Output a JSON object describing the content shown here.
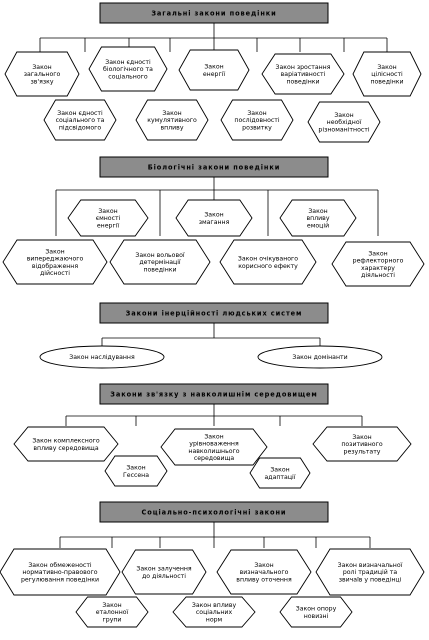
{
  "sections": [
    {
      "title": "Загальні закони поведінки",
      "nodes": [
        "Закон загального зв'язку",
        "Закон єдності біологічного та соціального",
        "Закон енергії",
        "Закон зростання варіативності поведінки",
        "Закон цілісності поведінки",
        "Закон єдності соціального та підсвідомого",
        "Закон кумулятивного впливу",
        "Закон послідовності розвитку",
        "Закон необхідної різноманітності"
      ]
    },
    {
      "title": "Біологічні закони поведінки",
      "nodes": [
        "Закон ємності енергії",
        "Закон змагання",
        "Закон впливу емоцій",
        "Закон випереджаючого відображення дійсності",
        "Закон вольової детермінації поведінки",
        "Закон очікуваного корисного ефекту",
        "Закон рефлекторного характеру діяльності"
      ]
    },
    {
      "title": "Закони інерційності людських систем",
      "nodes": [
        "Закон наслідування",
        "Закон домінанти"
      ]
    },
    {
      "title": "Закони зв'язку з навколишнім середовищем",
      "nodes": [
        "Закон комплексного впливу середовища",
        "Закон урівноваження навколишнього середовища",
        "Закон позитивного результату",
        "Закон Гессена",
        "Закон адаптації"
      ]
    },
    {
      "title": "Соціально-психологічні закони",
      "nodes": [
        "Закон обмеженості нормативно-правового регулювання поведінки",
        "Закон залучення до діяльності",
        "Закон визначального впливу оточення",
        "Закон визначальної ролі традицій та звичаїв у поведінці",
        "Закон еталонної групи",
        "Закон впливу соціальних норм",
        "Закон опору новизні"
      ]
    }
  ]
}
